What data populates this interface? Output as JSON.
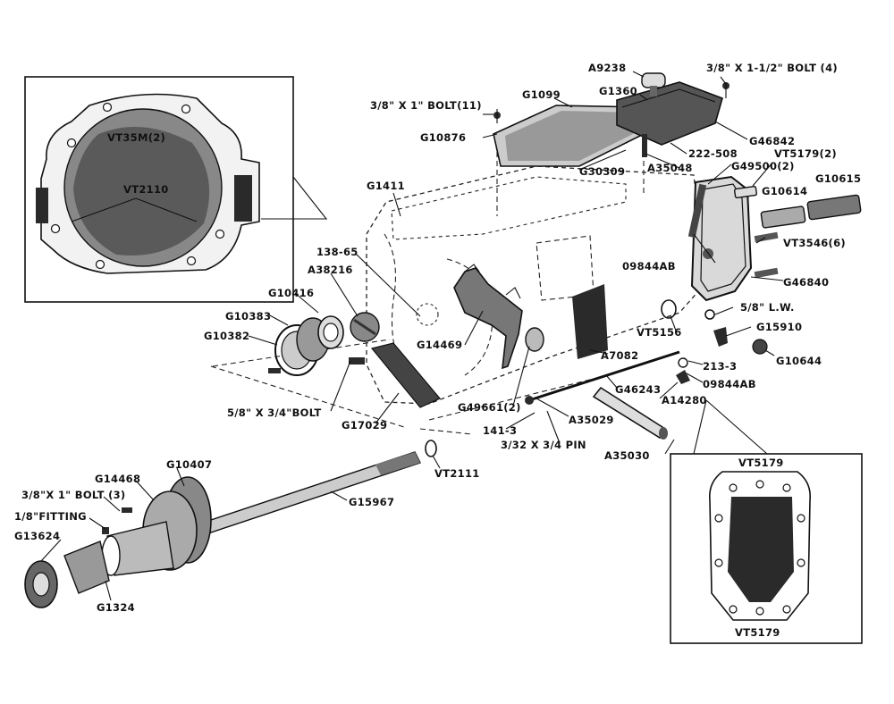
{
  "labels": {
    "a9238": "A9238",
    "bolt_3_8x1_1_2": "3/8\" X 1-1/2\" BOLT (4)",
    "g1099": "G1099",
    "g1360": "G1360",
    "bolt_3_8x1_11": "3/8\" X 1\" BOLT(11)",
    "g10876": "G10876",
    "g46842": "G46842",
    "n222_508": "222-508",
    "vt5179_2": "VT5179(2)",
    "g30309": "G30309",
    "a35048": "A35048",
    "g49500_2": "G49500(2)",
    "g10614": "G10614",
    "g10615": "G10615",
    "g1411": "G1411",
    "vt3546_6": "VT3546(6)",
    "n138_65": "138-65",
    "o9844ab_upper": "09844AB",
    "g46840": "G46840",
    "a38216": "A38216",
    "g10416": "G10416",
    "lw_5_8": "5/8\" L.W.",
    "g10383": "G10383",
    "g15910": "G15910",
    "g10382": "G10382",
    "g14469": "G14469",
    "vt5156": "VT5156",
    "a7082": "A7082",
    "g10644": "G10644",
    "n213_3": "213-3",
    "o9844ab_lower": "09844AB",
    "g46243": "G46243",
    "bolt_5_8x3_4": "5/8\" X 3/4\"BOLT",
    "a14280": "A14280",
    "g49661_2": "G49661(2)",
    "a35029": "A35029",
    "g17029": "G17029",
    "n141_3": "141-3",
    "pin_3_32x3_4": "3/32 X 3/4 PIN",
    "a35030": "A35030",
    "vt2111": "VT2111",
    "g10407": "G10407",
    "g14468": "G14468",
    "bolt_3_8x1_3": "3/8\"X 1\" BOLT (3)",
    "g15967": "G15967",
    "fitting_1_8": "1/8\"FITTING",
    "g13624": "G13624",
    "g1324": "G1324",
    "vt5179_top": "VT5179",
    "vt5179_bottom": "VT5179",
    "vt3511_2": "VT35M(2)",
    "vt2110": "VT2110"
  }
}
